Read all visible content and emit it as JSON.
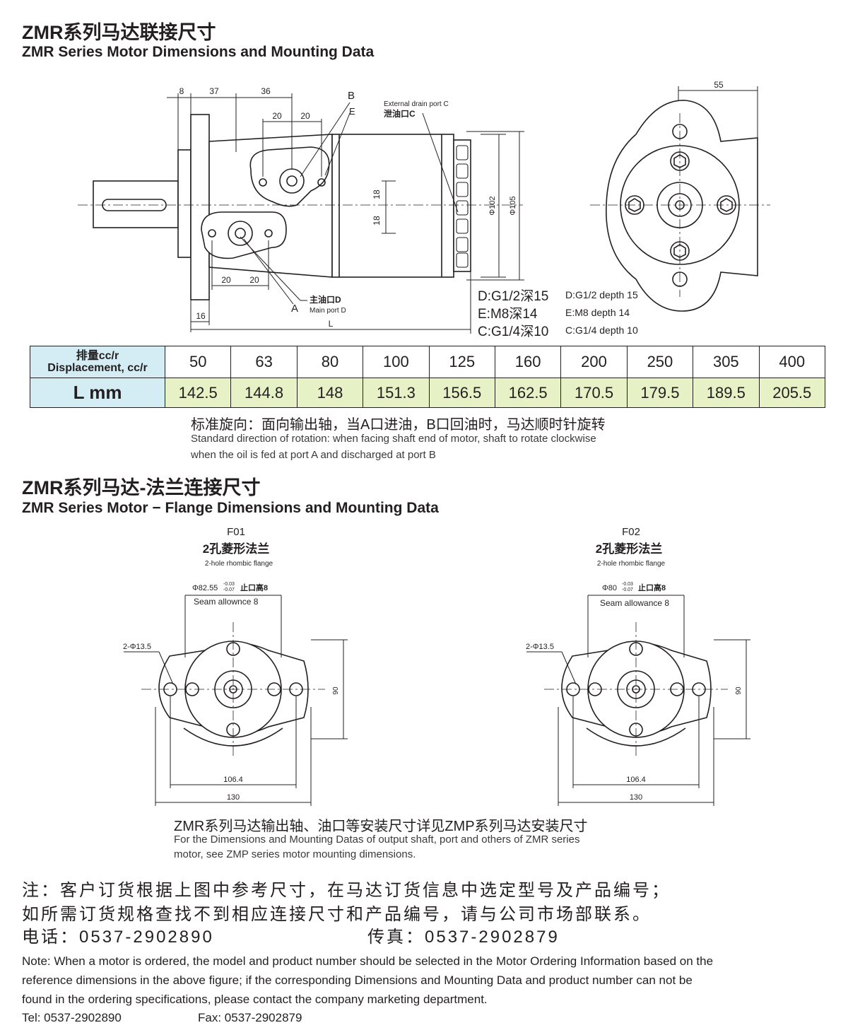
{
  "section1": {
    "title_cn": "ZMR系列马达联接尺寸",
    "title_en": "ZMR Series Motor Dimensions and Mounting Data"
  },
  "drawing1": {
    "dims": {
      "d8": "8",
      "d37": "37",
      "d36": "36",
      "d20a": "20",
      "d20b": "20",
      "d18a": "18",
      "d18b": "18",
      "d20c": "20",
      "d20d": "20",
      "d16": "16",
      "L": "L",
      "phi102": "Φ102",
      "phi105": "Φ105",
      "d55": "55"
    },
    "labels": {
      "B": "B",
      "E": "E",
      "A": "A",
      "drain_en": "External drain port C",
      "drain_cn": "泄油口C",
      "main_cn": "主油口D",
      "main_en": "Main port D"
    },
    "ports": [
      {
        "cn": "D:G1/2深15",
        "en": "D:G1/2 depth 15"
      },
      {
        "cn": "E:M8深14",
        "en": "E:M8 depth 14"
      },
      {
        "cn": "C:G1/4深10",
        "en": "C:G1/4 depth 10"
      }
    ]
  },
  "table": {
    "head_row1_cn": "排量cc/r",
    "head_row1_en": "Displacement, cc/r",
    "head_row2": "L mm",
    "displacement": [
      "50",
      "63",
      "80",
      "100",
      "125",
      "160",
      "200",
      "250",
      "305",
      "400"
    ],
    "L": [
      "142.5",
      "144.8",
      "148",
      "151.3",
      "156.5",
      "162.5",
      "170.5",
      "179.5",
      "189.5",
      "205.5"
    ]
  },
  "rotation": {
    "cn": "标准旋向：面向输出轴，当A口进油，B口回油时，马达顺时针旋转",
    "en1": "Standard direction of rotation: when facing shaft end of motor, shaft to rotate clockwise",
    "en2": "when  the oil is fed at port A and discharged at port B"
  },
  "section2": {
    "title_cn": "ZMR系列马达-法兰连接尺寸",
    "title_en": "ZMR Series Motor − Flange Dimensions and Mounting Data"
  },
  "flanges": [
    {
      "code": "F01",
      "name_cn": "2孔菱形法兰",
      "name_en": "2-hole rhombic flange",
      "pilot": "Φ82.55",
      "tol_up": "-0.03",
      "tol_down": "-0.07",
      "pilot_suffix": "止口高8",
      "seam": "Seam allownce 8",
      "hole": "2-Φ13.5",
      "height": "90",
      "inner": "106.4",
      "outer": "130"
    },
    {
      "code": "F02",
      "name_cn": "2孔菱形法兰",
      "name_en": "2-hole rhombic flange",
      "pilot": "Φ80",
      "tol_up": "-0.03",
      "tol_down": "-0.07",
      "pilot_suffix": "止口高8",
      "seam": "Seam allowance 8",
      "hole": "2-Φ13.5",
      "height": "90",
      "inner": "106.4",
      "outer": "130"
    }
  ],
  "shaft_note": {
    "cn": "ZMR系列马达输出轴、油口等安装尺寸详见ZMP系列马达安装尺寸",
    "en1": "For the Dimensions and Mounting Datas of output shaft, port and others of ZMR series",
    "en2": "motor, see ZMP series motor mounting dimensions."
  },
  "notes": {
    "cn1": "注：客户订货根据上图中参考尺寸，在马达订货信息中选定型号及产品编号；",
    "cn2": "如所需订货规格查找不到相应连接尺寸和产品编号，请与公司市场部联系。",
    "tel_cn": "电话：0537-2902890",
    "fax_cn": "传真：0537-2902879",
    "en1": "Note: When a motor is ordered, the model and product number should be selected in the Motor Ordering Information based on the",
    "en2": "reference dimensions in the above figure; if the corresponding Dimensions and Mounting Data and product number can not be",
    "en3": "found in the ordering specifications, please contact the company marketing department.",
    "tel_en": "Tel: 0537-2902890",
    "fax_en": "Fax: 0537-2902879"
  },
  "colors": {
    "header_cell": "#d4ecf4",
    "value_cell": "#e6f1c6",
    "ink": "#231f20"
  }
}
